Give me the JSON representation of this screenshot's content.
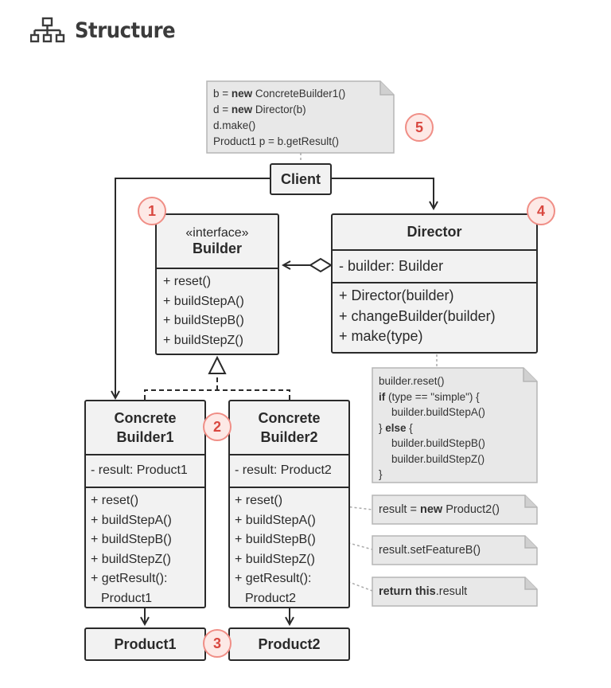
{
  "header": {
    "title": "Structure",
    "icon": "structure-hierarchy-icon"
  },
  "client": {
    "label": "Client"
  },
  "builder": {
    "stereotype": "«interface»",
    "name": "Builder",
    "methods": [
      "+ reset()",
      "+ buildStepA()",
      "+ buildStepB()",
      "+ buildStepZ()"
    ]
  },
  "director": {
    "name": "Director",
    "field": "- builder: Builder",
    "methods": [
      "+ Director(builder)",
      "+ changeBuilder(builder)",
      "+ make(type)"
    ]
  },
  "cb1": {
    "name1": "Concrete",
    "name2": "Builder1",
    "field": "- result: Product1",
    "methods": [
      "+ reset()",
      "+ buildStepA()",
      "+ buildStepB()",
      "+ buildStepZ()",
      "+ getResult():",
      "Product1"
    ]
  },
  "cb2": {
    "name1": "Concrete",
    "name2": "Builder2",
    "field": "- result: Product2",
    "methods": [
      "+ reset()",
      "+ buildStepA()",
      "+ buildStepB()",
      "+ buildStepZ()",
      "+ getResult():",
      "Product2"
    ]
  },
  "products": {
    "p1": "Product1",
    "p2": "Product2"
  },
  "badges": [
    "1",
    "2",
    "3",
    "4",
    "5"
  ],
  "client_note": {
    "l1_pre": "b = ",
    "l1_kw": "new",
    "l1_post": " ConcreteBuilder1()",
    "l2_pre": "d = ",
    "l2_kw": "new",
    "l2_post": " Director(b)",
    "l3": "d.make()",
    "l4": "Product1 p = b.getResult()"
  },
  "make_note": {
    "l1": "builder.reset()",
    "l2_kw": "if",
    "l2_post": " (type == \"simple\") {",
    "l3": "builder.buildStepA()",
    "l4_pre": "} ",
    "l4_kw": "else",
    "l4_post": " {",
    "l5": "builder.buildStepB()",
    "l6": "builder.buildStepZ()",
    "l7": "}"
  },
  "reset_note": {
    "pre": "result = ",
    "kw": "new",
    "post": " Product2()"
  },
  "stepb_note": {
    "text": "result.setFeatureB()"
  },
  "getresult_note": {
    "kw1": "return",
    "kw2": "this",
    "post": ".result"
  },
  "colors": {
    "box_fill": "#f2f2f2",
    "note_fill": "#e8e8e8",
    "badge_fill": "#fde9e6",
    "badge_text": "#d9473f",
    "line": "#2a2a2a"
  }
}
